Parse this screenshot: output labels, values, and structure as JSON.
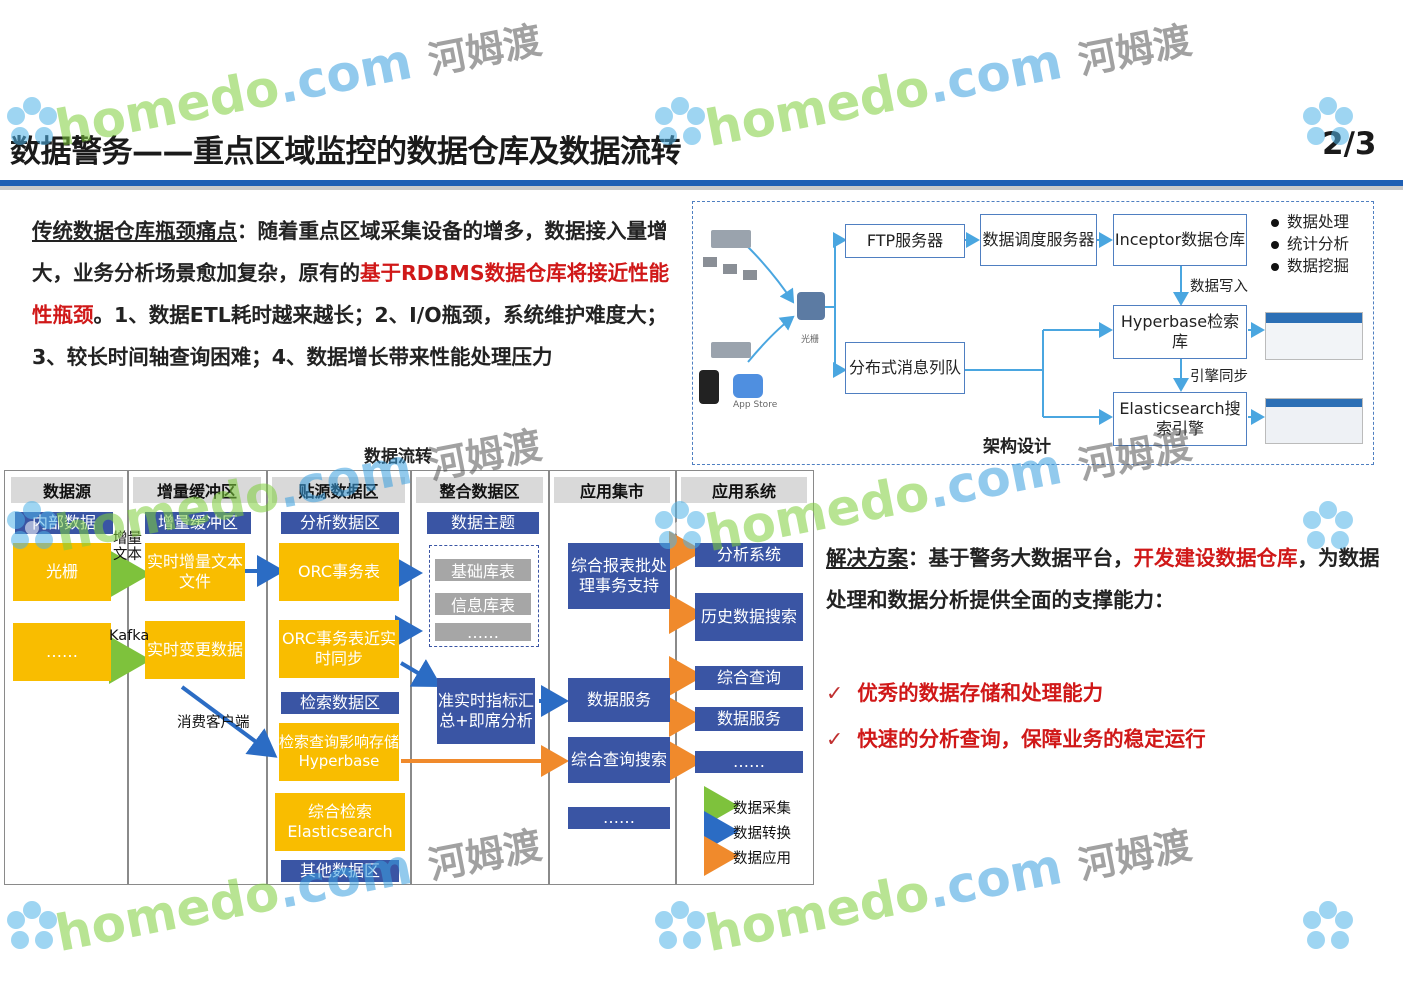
{
  "header": {
    "title": "数据警务——重点区域监控的数据仓库及数据流转",
    "page": "2/3"
  },
  "intro": {
    "lead": "传统数据仓库瓶颈痛点",
    "p1": "：随着重点区域采集设备的增多，数据接入量增大，业务分析场景愈加复杂，原有的",
    "highlight": "基于RDBMS数据仓库将接近性能性瓶颈",
    "p2": "。1、数据ETL耗时越来越长；2、I/O瓶颈，系统维护难度大；3、较长时间轴查询困难；4、数据增长带来性能处理压力"
  },
  "architecture": {
    "caption": "架构设计",
    "gate_label": "光栅",
    "app_store_label": "App Store",
    "boxes": {
      "ftp": "FTP服务器",
      "scheduler": "数据调度服务器",
      "inceptor": "Inceptor数据仓库",
      "queue": "分布式消息列队",
      "hyperbase": "Hyperbase检索库",
      "es": "Elasticsearch搜索引擎"
    },
    "labels": {
      "write": "数据写入",
      "sync": "引擎同步"
    },
    "bullets": [
      "数据处理",
      "统计分析",
      "数据挖掘"
    ]
  },
  "flow": {
    "caption": "数据流转",
    "headers": [
      "数据源",
      "增量缓冲区",
      "贴源数据区",
      "整合数据区",
      "应用集市",
      "应用系统"
    ],
    "source": {
      "internal": "内部数据",
      "gate": "光栅",
      "more": "……"
    },
    "buffer": {
      "label": "增量缓冲区",
      "file": "实时增量文本文件",
      "change": "实时变更数据"
    },
    "edge_labels": {
      "text": "增量文本",
      "kafka": "Kafka",
      "consumer": "消费客户端"
    },
    "ods": {
      "analysis": "分析数据区",
      "orc": "ORC事务表",
      "orc_near": "ORC事务表近实时同步",
      "search": "检索数据区",
      "hyperbase": "检索查询影响存储Hyperbase",
      "es": "综合检索Elasticsearch",
      "other": "其他数据区"
    },
    "integration": {
      "theme": "数据主题",
      "base": "基础库表",
      "info": "信息库表",
      "more": "……",
      "realtime": "准实时指标汇总+即席分析"
    },
    "mart": {
      "report": "综合报表批处理事务支持",
      "service": "数据服务",
      "query": "综合查询搜索",
      "more": "……"
    },
    "apps": {
      "analysis": "分析系统",
      "history": "历史数据搜索",
      "query": "综合查询",
      "service": "数据服务",
      "more": "……"
    },
    "legend": [
      "数据采集",
      "数据转换",
      "数据应用"
    ]
  },
  "solution": {
    "lead": "解决方案",
    "p1": "：基于警务大数据平台，",
    "highlight": "开发建设数据仓库",
    "p2": "，为数据处理和数据分析提供全面的支撑能力：",
    "points": [
      "优秀的数据存储和处理能力",
      "快速的分析查询，保障业务的稳定运行"
    ]
  },
  "watermark": {
    "text_a": "homedo",
    "text_b": ".com",
    "text_c": "河姆渡"
  },
  "colors": {
    "blue_box": "#3a55a4",
    "yellow_box": "#f9bd00",
    "red_text": "#d01818",
    "rule": "#1f5fb4"
  }
}
